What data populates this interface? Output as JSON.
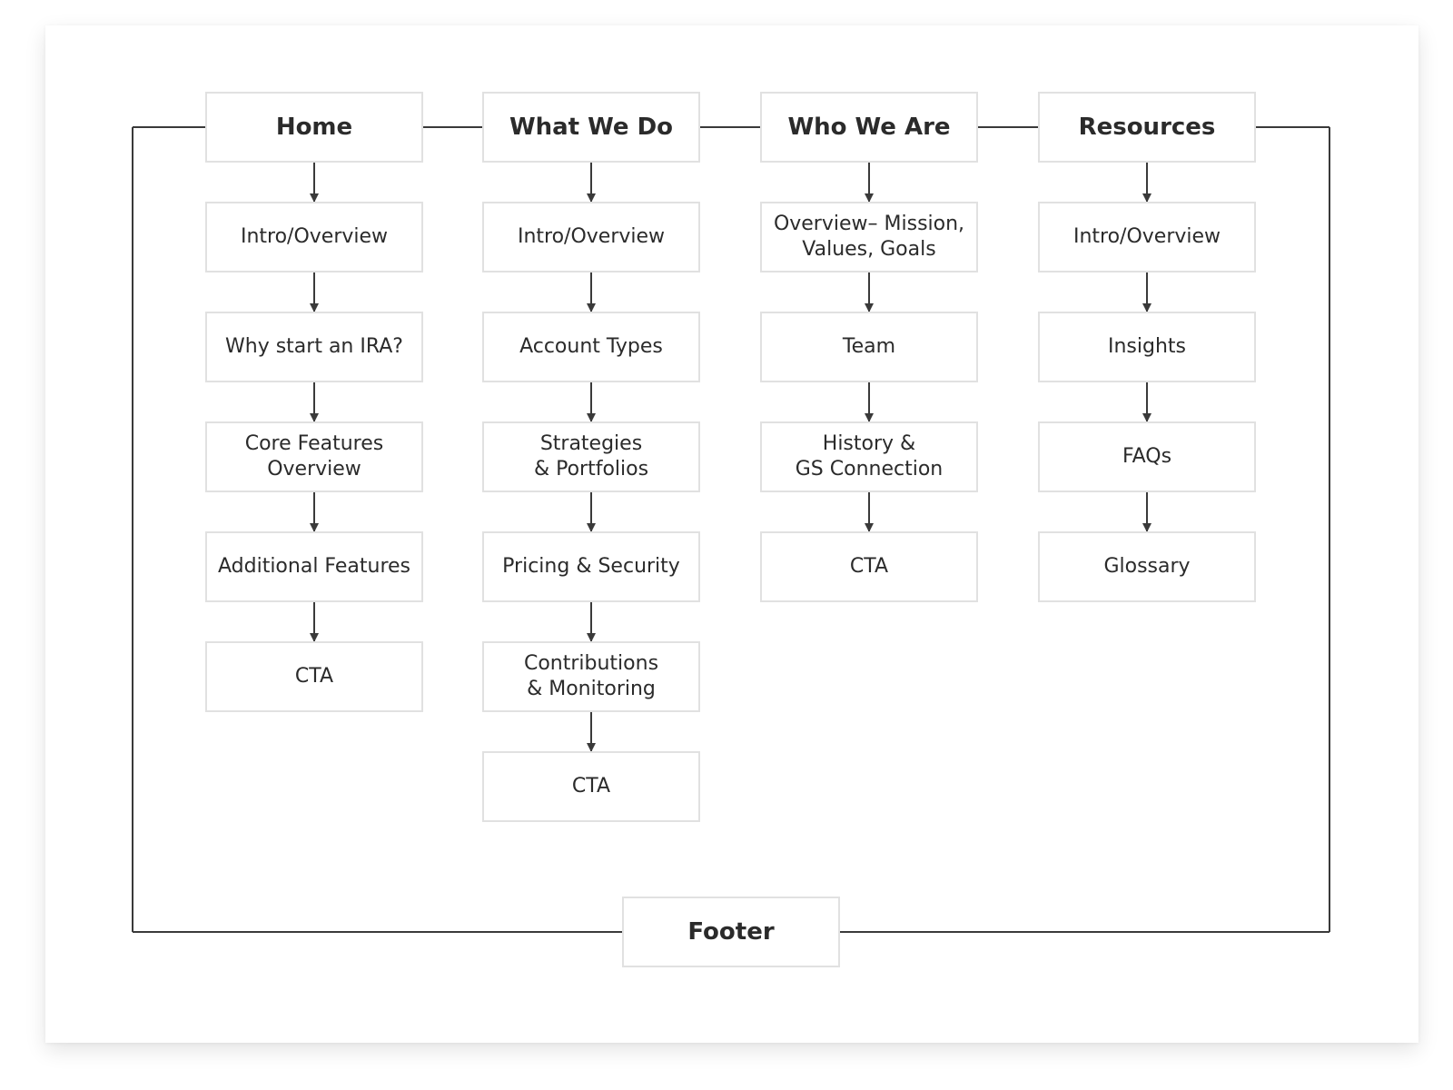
{
  "columns": [
    {
      "header": "Home",
      "items": [
        "Intro/Overview",
        "Why start an IRA?",
        "Core Features\nOverview",
        "Additional Features",
        "CTA"
      ]
    },
    {
      "header": "What We Do",
      "items": [
        "Intro/Overview",
        "Account Types",
        "Strategies\n& Portfolios",
        "Pricing & Security",
        "Contributions\n& Monitoring",
        "CTA"
      ]
    },
    {
      "header": "Who We Are",
      "items": [
        "Overview– Mission,\nValues, Goals",
        "Team",
        "History &\nGS Connection",
        "CTA"
      ]
    },
    {
      "header": "Resources",
      "items": [
        "Intro/Overview",
        "Insights",
        "FAQs",
        "Glossary"
      ]
    }
  ],
  "footer": "Footer",
  "colors": {
    "line": "#3a3a3a",
    "node_border": "#e1e1e1",
    "text": "#2b2b2b"
  }
}
